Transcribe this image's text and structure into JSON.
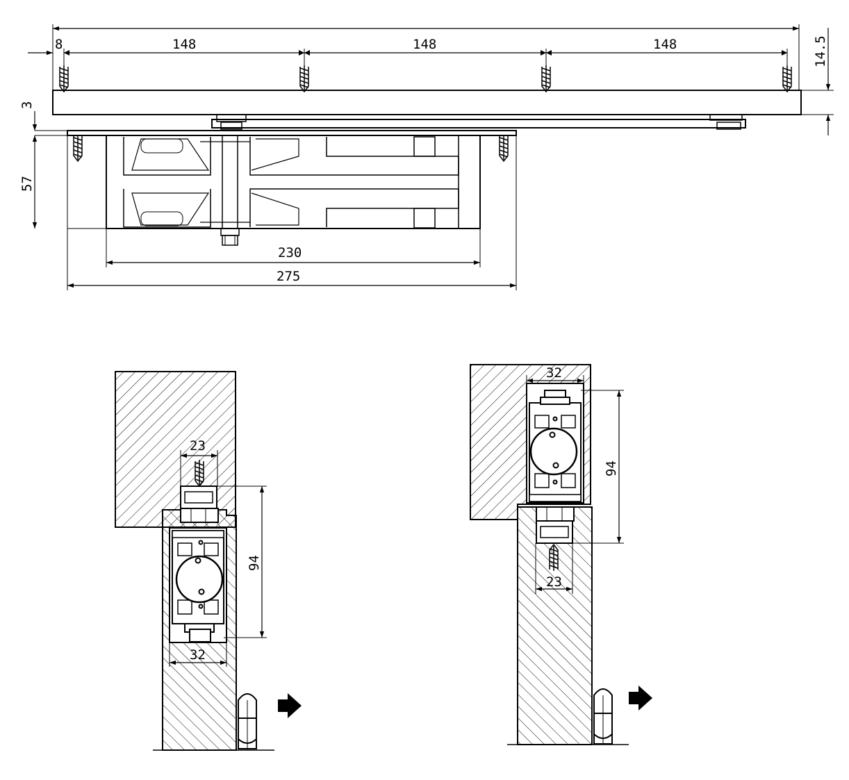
{
  "colors": {
    "line": "#000000",
    "background": "#ffffff"
  },
  "top_view": {
    "dims": {
      "edge_offset": "8",
      "spacing_1": "148",
      "spacing_2": "148",
      "spacing_3": "148",
      "rail_height": "14.5",
      "gap": "3",
      "body_height": "57",
      "body_length": "230",
      "overall_length": "275"
    }
  },
  "left_section": {
    "dims": {
      "width_top": "23",
      "height": "94",
      "width_bottom": "32"
    }
  },
  "right_section": {
    "dims": {
      "width_top": "32",
      "height": "94",
      "width_bottom": "23"
    }
  },
  "icons": [
    "screw-icon",
    "arrow-right-icon",
    "hinge-icon"
  ]
}
